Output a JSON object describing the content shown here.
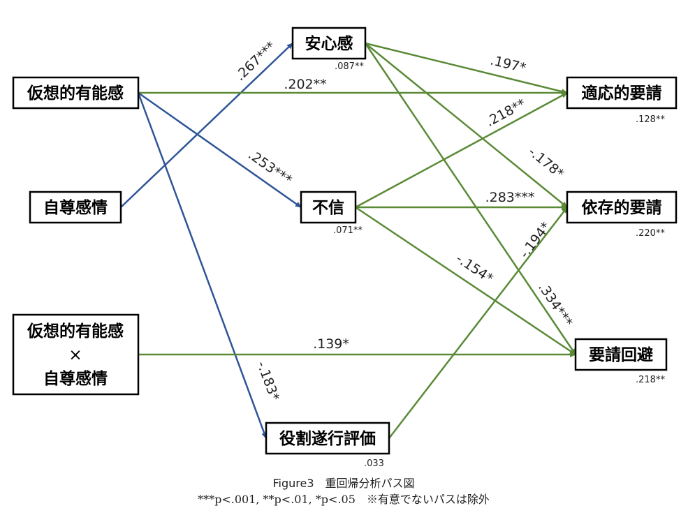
{
  "colors": {
    "blue": "#2e5597",
    "green": "#5a8a36"
  },
  "nodes": {
    "kaso": {
      "label": "仮想的有能感"
    },
    "jison": {
      "label": "自尊感情"
    },
    "interaction": {
      "line1": "仮想的有能感",
      "line2": "×",
      "line3": "自尊感情"
    },
    "anshin": {
      "label": "安心感",
      "r2": ".087**"
    },
    "fushin": {
      "label": "不信",
      "r2": ".071**"
    },
    "yakuwari": {
      "label": "役割遂行評価",
      "r2": ".033"
    },
    "tekio": {
      "label": "適応的要請",
      "r2": ".128**"
    },
    "izon": {
      "label": "依存的要請",
      "r2": ".220**"
    },
    "kaihi": {
      "label": "要請回避",
      "r2": ".218**"
    }
  },
  "edges": [
    {
      "id": "jison-anshin",
      "from": "jison",
      "to": "anshin",
      "coef": ".267***",
      "color": "blue"
    },
    {
      "id": "kaso-tekio",
      "from": "kaso",
      "to": "tekio",
      "coef": ".202**",
      "color": "green"
    },
    {
      "id": "kaso-fushin",
      "from": "kaso",
      "to": "fushin",
      "coef": ".253***",
      "color": "blue"
    },
    {
      "id": "kaso-yakuwari",
      "from": "kaso",
      "to": "yakuwari",
      "coef": "-.183*",
      "color": "blue"
    },
    {
      "id": "anshin-tekio",
      "from": "anshin",
      "to": "tekio",
      "coef": ".197*",
      "color": "green"
    },
    {
      "id": "anshin-izon",
      "from": "anshin",
      "to": "izon",
      "coef": "-.178*",
      "color": "green"
    },
    {
      "id": "anshin-kaihi",
      "from": "anshin",
      "to": "kaihi",
      "coef": ".334***",
      "color": "green"
    },
    {
      "id": "fushin-tekio",
      "from": "fushin",
      "to": "tekio",
      "coef": ".218**",
      "color": "green"
    },
    {
      "id": "fushin-izon",
      "from": "fushin",
      "to": "izon",
      "coef": ".283***",
      "color": "green"
    },
    {
      "id": "fushin-kaihi",
      "from": "fushin",
      "to": "kaihi",
      "coef": "-.154*",
      "color": "green"
    },
    {
      "id": "yakuwari-izon",
      "from": "yakuwari",
      "to": "izon",
      "coef": "-.194*",
      "color": "green"
    },
    {
      "id": "interaction-kaihi",
      "from": "interaction",
      "to": "kaihi",
      "coef": ".139*",
      "color": "green"
    }
  ],
  "caption": {
    "title": "Figure3　重回帰分析パス図",
    "note": "***p<.001, **p<.01, *p<.05　※有意でないパスは除外"
  }
}
